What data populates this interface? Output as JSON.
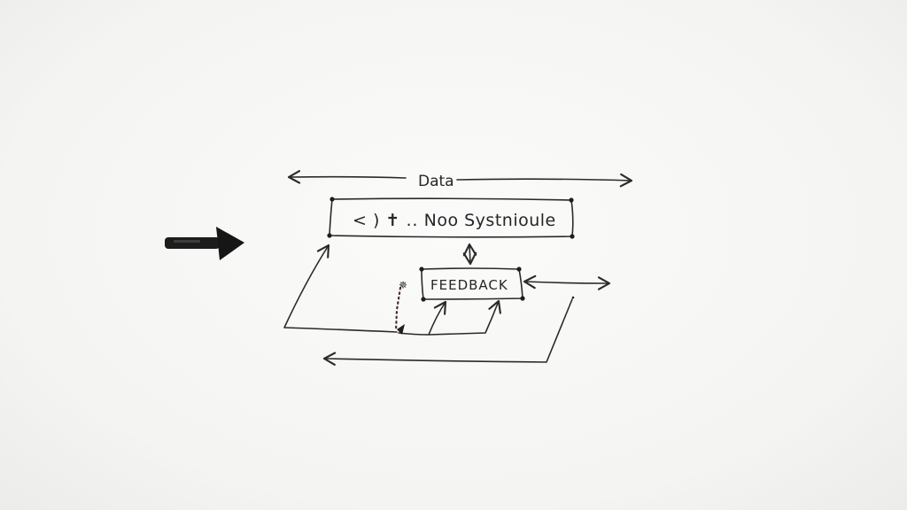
{
  "diagram": {
    "data_label": "Data",
    "top_box_label": "< ) ✝ ․․ Noo Systnioule",
    "feedback_label": "FEEDBACK",
    "marker_glyph": "✵",
    "colors": {
      "ink": "#2a2a2a",
      "marker": "#1e1e1e",
      "dotted": "#4a2a3a",
      "background": "#f6f6f4"
    }
  }
}
